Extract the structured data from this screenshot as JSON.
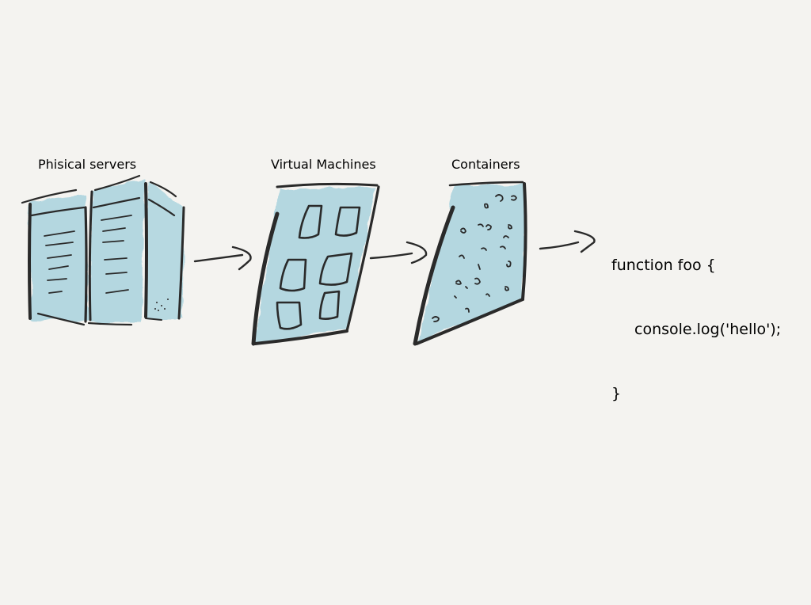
{
  "labels": {
    "physical": "Phisical servers",
    "vm": "Virtual Machines",
    "containers": "Containers"
  },
  "code": {
    "line1": "function foo {",
    "line2": "console.log('hello');",
    "line3": "}"
  },
  "colors": {
    "background": "#f4f3f0",
    "fill": "#a9d3de",
    "ink": "#2a2a2a"
  },
  "icons": {
    "physical": "server-rack-icon",
    "vm": "virtual-machine-grid-icon",
    "containers": "container-tile-icon",
    "arrow": "hand-drawn-arrow-icon"
  }
}
